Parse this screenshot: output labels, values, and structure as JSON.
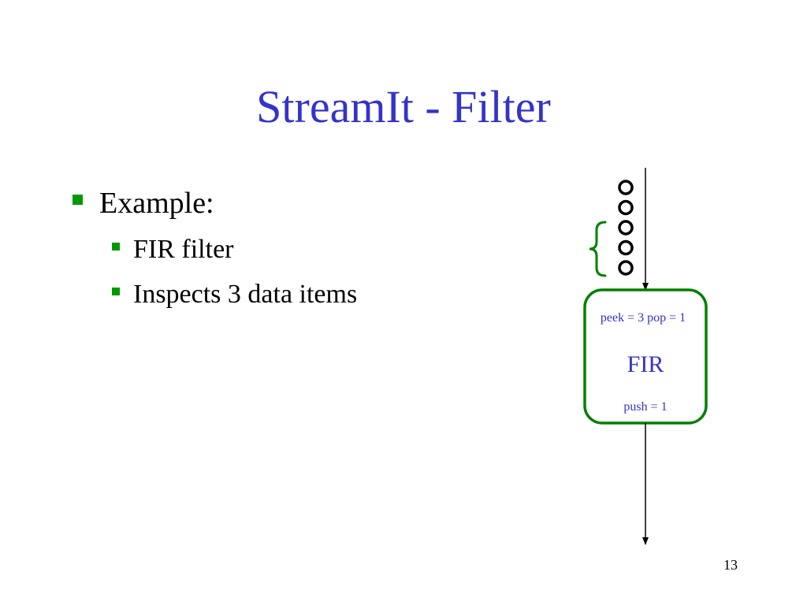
{
  "slide": {
    "title": "StreamIt - Filter",
    "page_number": "13"
  },
  "bullets": [
    {
      "level": 1,
      "text": "Example:"
    },
    {
      "level": 2,
      "text": "FIR filter"
    },
    {
      "level": 2,
      "text": "Inspects 3 data items"
    }
  ],
  "diagram": {
    "filter_name": "FIR",
    "rates_top": "peek = 3 pop = 1",
    "rates_bottom": "push = 1",
    "queue_item_count": 5,
    "peek_window_items": 3,
    "colors": {
      "title_text": "#3333cc",
      "filter_border": "#008000",
      "filter_text": "#3333cc",
      "bullet_marker": "#009900",
      "brace": "#008000",
      "queue_item": "#000000",
      "arrow": "#000000"
    }
  }
}
